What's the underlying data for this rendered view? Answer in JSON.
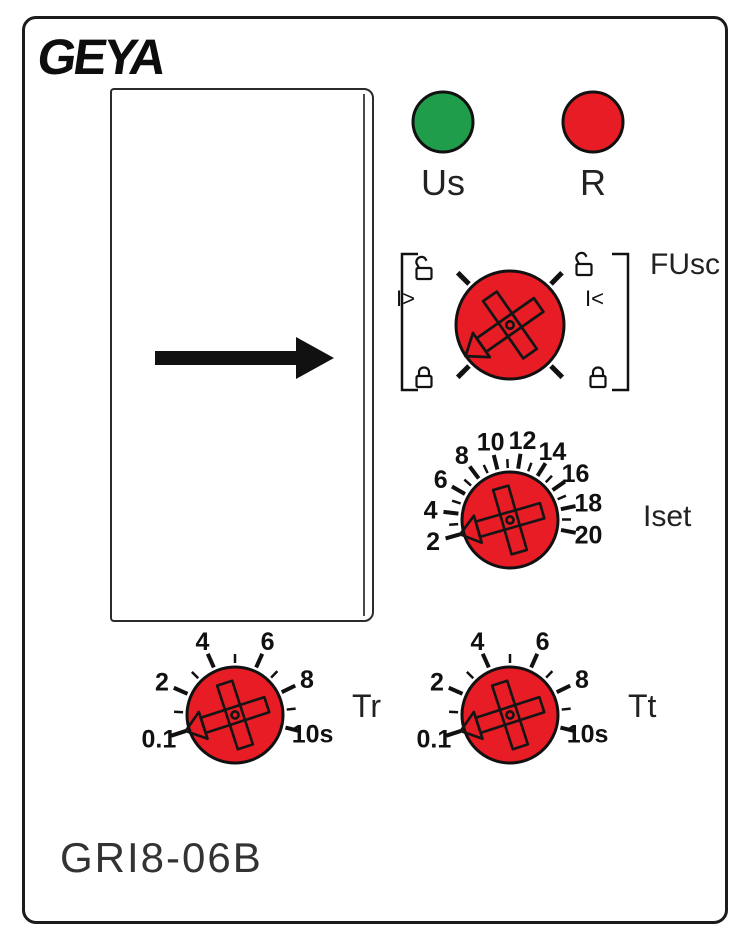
{
  "brand": "GEYA",
  "model": "GRI8-06B",
  "colors": {
    "knob": "#e81c24"
  },
  "leds": {
    "us": {
      "label": "Us",
      "color": "#1f9d4b"
    },
    "r": {
      "label": "R",
      "color": "#e81c24"
    }
  },
  "fusc": {
    "label": "FUsc",
    "left": "I>",
    "right": "I<"
  },
  "dials": {
    "iset": {
      "label": "Iset",
      "ticks": [
        "2",
        "4",
        "6",
        "8",
        "10",
        "12",
        "14",
        "16",
        "18",
        "20"
      ]
    },
    "tr": {
      "label": "Tr",
      "ticks": [
        "0.1",
        "2",
        "4",
        "6",
        "8",
        "10s"
      ]
    },
    "tt": {
      "label": "Tt",
      "ticks": [
        "0.1",
        "2",
        "4",
        "6",
        "8",
        "10s"
      ]
    }
  }
}
